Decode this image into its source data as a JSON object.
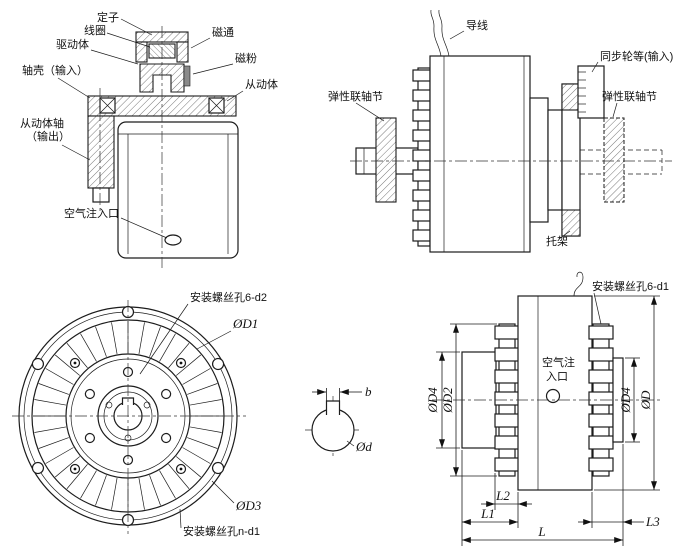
{
  "colors": {
    "background": "#ffffff",
    "line_color": "#1c1c1c"
  },
  "section_view": {
    "labels": {
      "stator": "定子",
      "coil": "线圈",
      "magnetic_flux": "磁通",
      "driving_body": "驱动体",
      "magnetic_powder": "磁粉",
      "shaft_housing_input": "轴壳（输入）",
      "driven_body": "从动体",
      "driven_shaft_line1": "从动体轴",
      "driven_shaft_line2": "（输出）",
      "air_inlet": "空气注入口"
    }
  },
  "assembly_view": {
    "labels": {
      "lead_wire": "导线",
      "sync_wheel_input": "同步轮等(输入)",
      "elastic_coupling_left": "弹性联轴节",
      "elastic_coupling_right": "弹性联轴节",
      "bracket": "托架"
    }
  },
  "front_view": {
    "labels": {
      "mount_holes_6d2": "安装螺丝孔6-d2",
      "dia_d1": "ØD1",
      "dia_d3": "ØD3",
      "mount_holes_nd1": "安装螺丝孔n-d1"
    }
  },
  "key_detail": {
    "labels": {
      "width_b": "b",
      "dia_d": "Ød"
    }
  },
  "dimension_view": {
    "labels": {
      "mount_holes_6d1": "安装螺丝孔6-d1",
      "air_inlet_line1": "空气注",
      "air_inlet_line2": "入口",
      "dia_d4_left": "ØD4",
      "dia_d2": "ØD2",
      "dia_d4_right": "ØD4",
      "dia_d_outer": "ØD",
      "len_l2": "L2",
      "len_l1": "L1",
      "len_l3": "L3",
      "len_l": "L"
    }
  }
}
